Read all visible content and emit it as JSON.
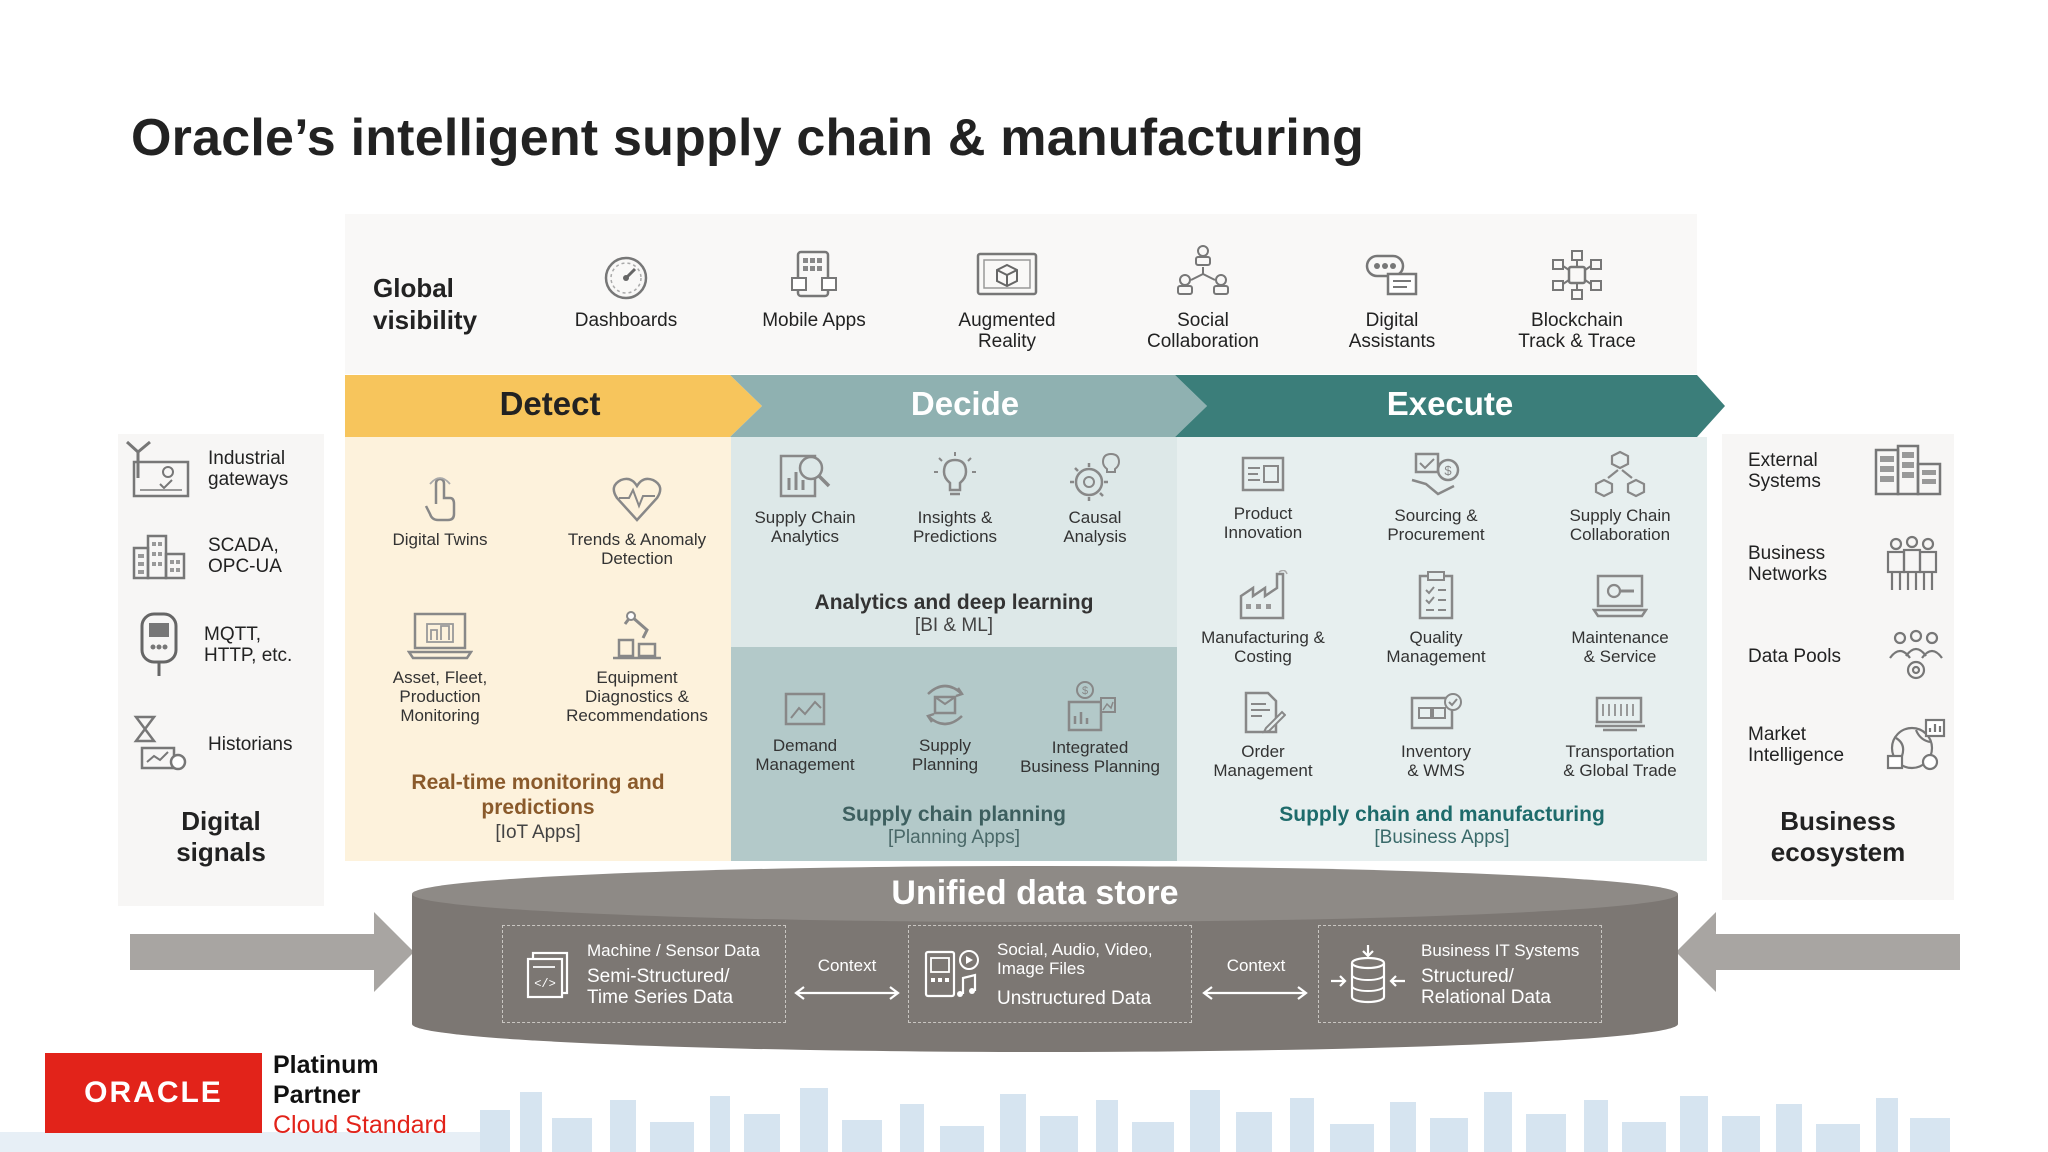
{
  "title": "Oracle’s intelligent supply chain & manufacturing",
  "global_visibility": {
    "heading_line1": "Global",
    "heading_line2": "visibility",
    "items": [
      {
        "icon": "dashboard-icon",
        "line1": "Dashboards",
        "line2": ""
      },
      {
        "icon": "mobile-apps-icon",
        "line1": "Mobile Apps",
        "line2": ""
      },
      {
        "icon": "augmented-reality-icon",
        "line1": "Augmented",
        "line2": "Reality"
      },
      {
        "icon": "social-collaboration-icon",
        "line1": "Social",
        "line2": "Collaboration"
      },
      {
        "icon": "digital-assistant-icon",
        "line1": "Digital",
        "line2": "Assistants"
      },
      {
        "icon": "blockchain-icon",
        "line1": "Blockchain",
        "line2": "Track & Trace"
      }
    ]
  },
  "digital_signals": {
    "heading_line1": "Digital",
    "heading_line2": "signals",
    "items": [
      {
        "icon": "industrial-gateway-icon",
        "line1": "Industrial",
        "line2": "gateways"
      },
      {
        "icon": "scada-building-icon",
        "line1": "SCADA,",
        "line2": "OPC-UA"
      },
      {
        "icon": "sensor-device-icon",
        "line1": "MQTT,",
        "line2": "HTTP, etc."
      },
      {
        "icon": "historian-icon",
        "line1": "Historians",
        "line2": ""
      }
    ]
  },
  "business_ecosystem": {
    "heading_line1": "Business",
    "heading_line2": "ecosystem",
    "items": [
      {
        "icon": "external-systems-icon",
        "line1": "External",
        "line2": "Systems"
      },
      {
        "icon": "business-networks-icon",
        "line1": "Business",
        "line2": "Networks"
      },
      {
        "icon": "data-pools-icon",
        "line1": "Data Pools",
        "line2": ""
      },
      {
        "icon": "market-intelligence-icon",
        "line1": "Market",
        "line2": "Intelligence"
      }
    ]
  },
  "phases": {
    "detect": {
      "label": "Detect",
      "items": [
        {
          "icon": "digital-twins-icon",
          "lines": [
            "Digital Twins"
          ]
        },
        {
          "icon": "trends-anomaly-icon",
          "lines": [
            "Trends & Anomaly",
            "Detection"
          ]
        },
        {
          "icon": "asset-monitoring-icon",
          "lines": [
            "Asset, Fleet,",
            "Production",
            "Monitoring"
          ]
        },
        {
          "icon": "equipment-diagnostics-icon",
          "lines": [
            "Equipment",
            "Diagnostics &",
            "Recommendations"
          ]
        }
      ],
      "caption_line1": "Real-time monitoring and",
      "caption_line2": "predictions",
      "caption_sub": "[IoT Apps]"
    },
    "decide": {
      "label": "Decide",
      "top_items": [
        {
          "icon": "supply-chain-analytics-icon",
          "lines": [
            "Supply Chain",
            "Analytics"
          ]
        },
        {
          "icon": "insights-predictions-icon",
          "lines": [
            "Insights &",
            "Predictions"
          ]
        },
        {
          "icon": "causal-analysis-icon",
          "lines": [
            "Causal",
            "Analysis"
          ]
        }
      ],
      "top_caption": "Analytics and deep learning",
      "top_sub": "[BI & ML]",
      "bottom_items": [
        {
          "icon": "demand-management-icon",
          "lines": [
            "Demand",
            "Management"
          ]
        },
        {
          "icon": "supply-planning-icon",
          "lines": [
            "Supply",
            "Planning"
          ]
        },
        {
          "icon": "integrated-planning-icon",
          "lines": [
            "Integrated",
            "Business Planning"
          ]
        }
      ],
      "bottom_caption": "Supply chain planning",
      "bottom_sub": "[Planning Apps]"
    },
    "execute": {
      "label": "Execute",
      "items": [
        {
          "icon": "product-innovation-icon",
          "lines": [
            "Product",
            "Innovation"
          ]
        },
        {
          "icon": "sourcing-procurement-icon",
          "lines": [
            "Sourcing &",
            "Procurement"
          ]
        },
        {
          "icon": "supply-chain-collaboration-icon",
          "lines": [
            "Supply Chain",
            "Collaboration"
          ]
        },
        {
          "icon": "manufacturing-costing-icon",
          "lines": [
            "Manufacturing &",
            "Costing"
          ]
        },
        {
          "icon": "quality-management-icon",
          "lines": [
            "Quality",
            "Management"
          ]
        },
        {
          "icon": "maintenance-service-icon",
          "lines": [
            "Maintenance",
            "& Service"
          ]
        },
        {
          "icon": "order-management-icon",
          "lines": [
            "Order",
            "Management"
          ]
        },
        {
          "icon": "inventory-wms-icon",
          "lines": [
            "Inventory",
            "& WMS"
          ]
        },
        {
          "icon": "transportation-trade-icon",
          "lines": [
            "Transportation",
            "& Global Trade"
          ]
        }
      ],
      "caption": "Supply chain and manufacturing",
      "caption_sub": "[Business Apps]"
    }
  },
  "data_store": {
    "title": "Unified data store",
    "context_label": "Context",
    "boxes": [
      {
        "icon": "sensor-data-icon",
        "small": "Machine / Sensor Data",
        "big1": "Semi-Structured/",
        "big2": "Time Series Data"
      },
      {
        "icon": "media-files-icon",
        "small1": "Social, Audio, Video,",
        "small2": "Image Files",
        "big1": "Unstructured Data"
      },
      {
        "icon": "database-icon",
        "small": "Business IT Systems",
        "big1": "Structured/",
        "big2": "Relational Data"
      }
    ]
  },
  "partner": {
    "logo_text": "ORACLE",
    "line1": "Platinum",
    "line2": "Partner",
    "line3": "Cloud Standard"
  },
  "colors": {
    "detect": "#f7c55c",
    "detect_panel": "#fdf2dc",
    "decide": "#8fb1b1",
    "decide_panel_top": "#dde8e8",
    "decide_panel_bottom": "#b3c9c9",
    "execute": "#3b7e7a",
    "execute_panel": "#e7efef",
    "caption_brown": "#8a5a2b",
    "caption_teal": "#1e6b6b",
    "datastore": "#7c7773",
    "arrow_gray": "#a8a5a2",
    "oracle_red": "#e2231a"
  }
}
